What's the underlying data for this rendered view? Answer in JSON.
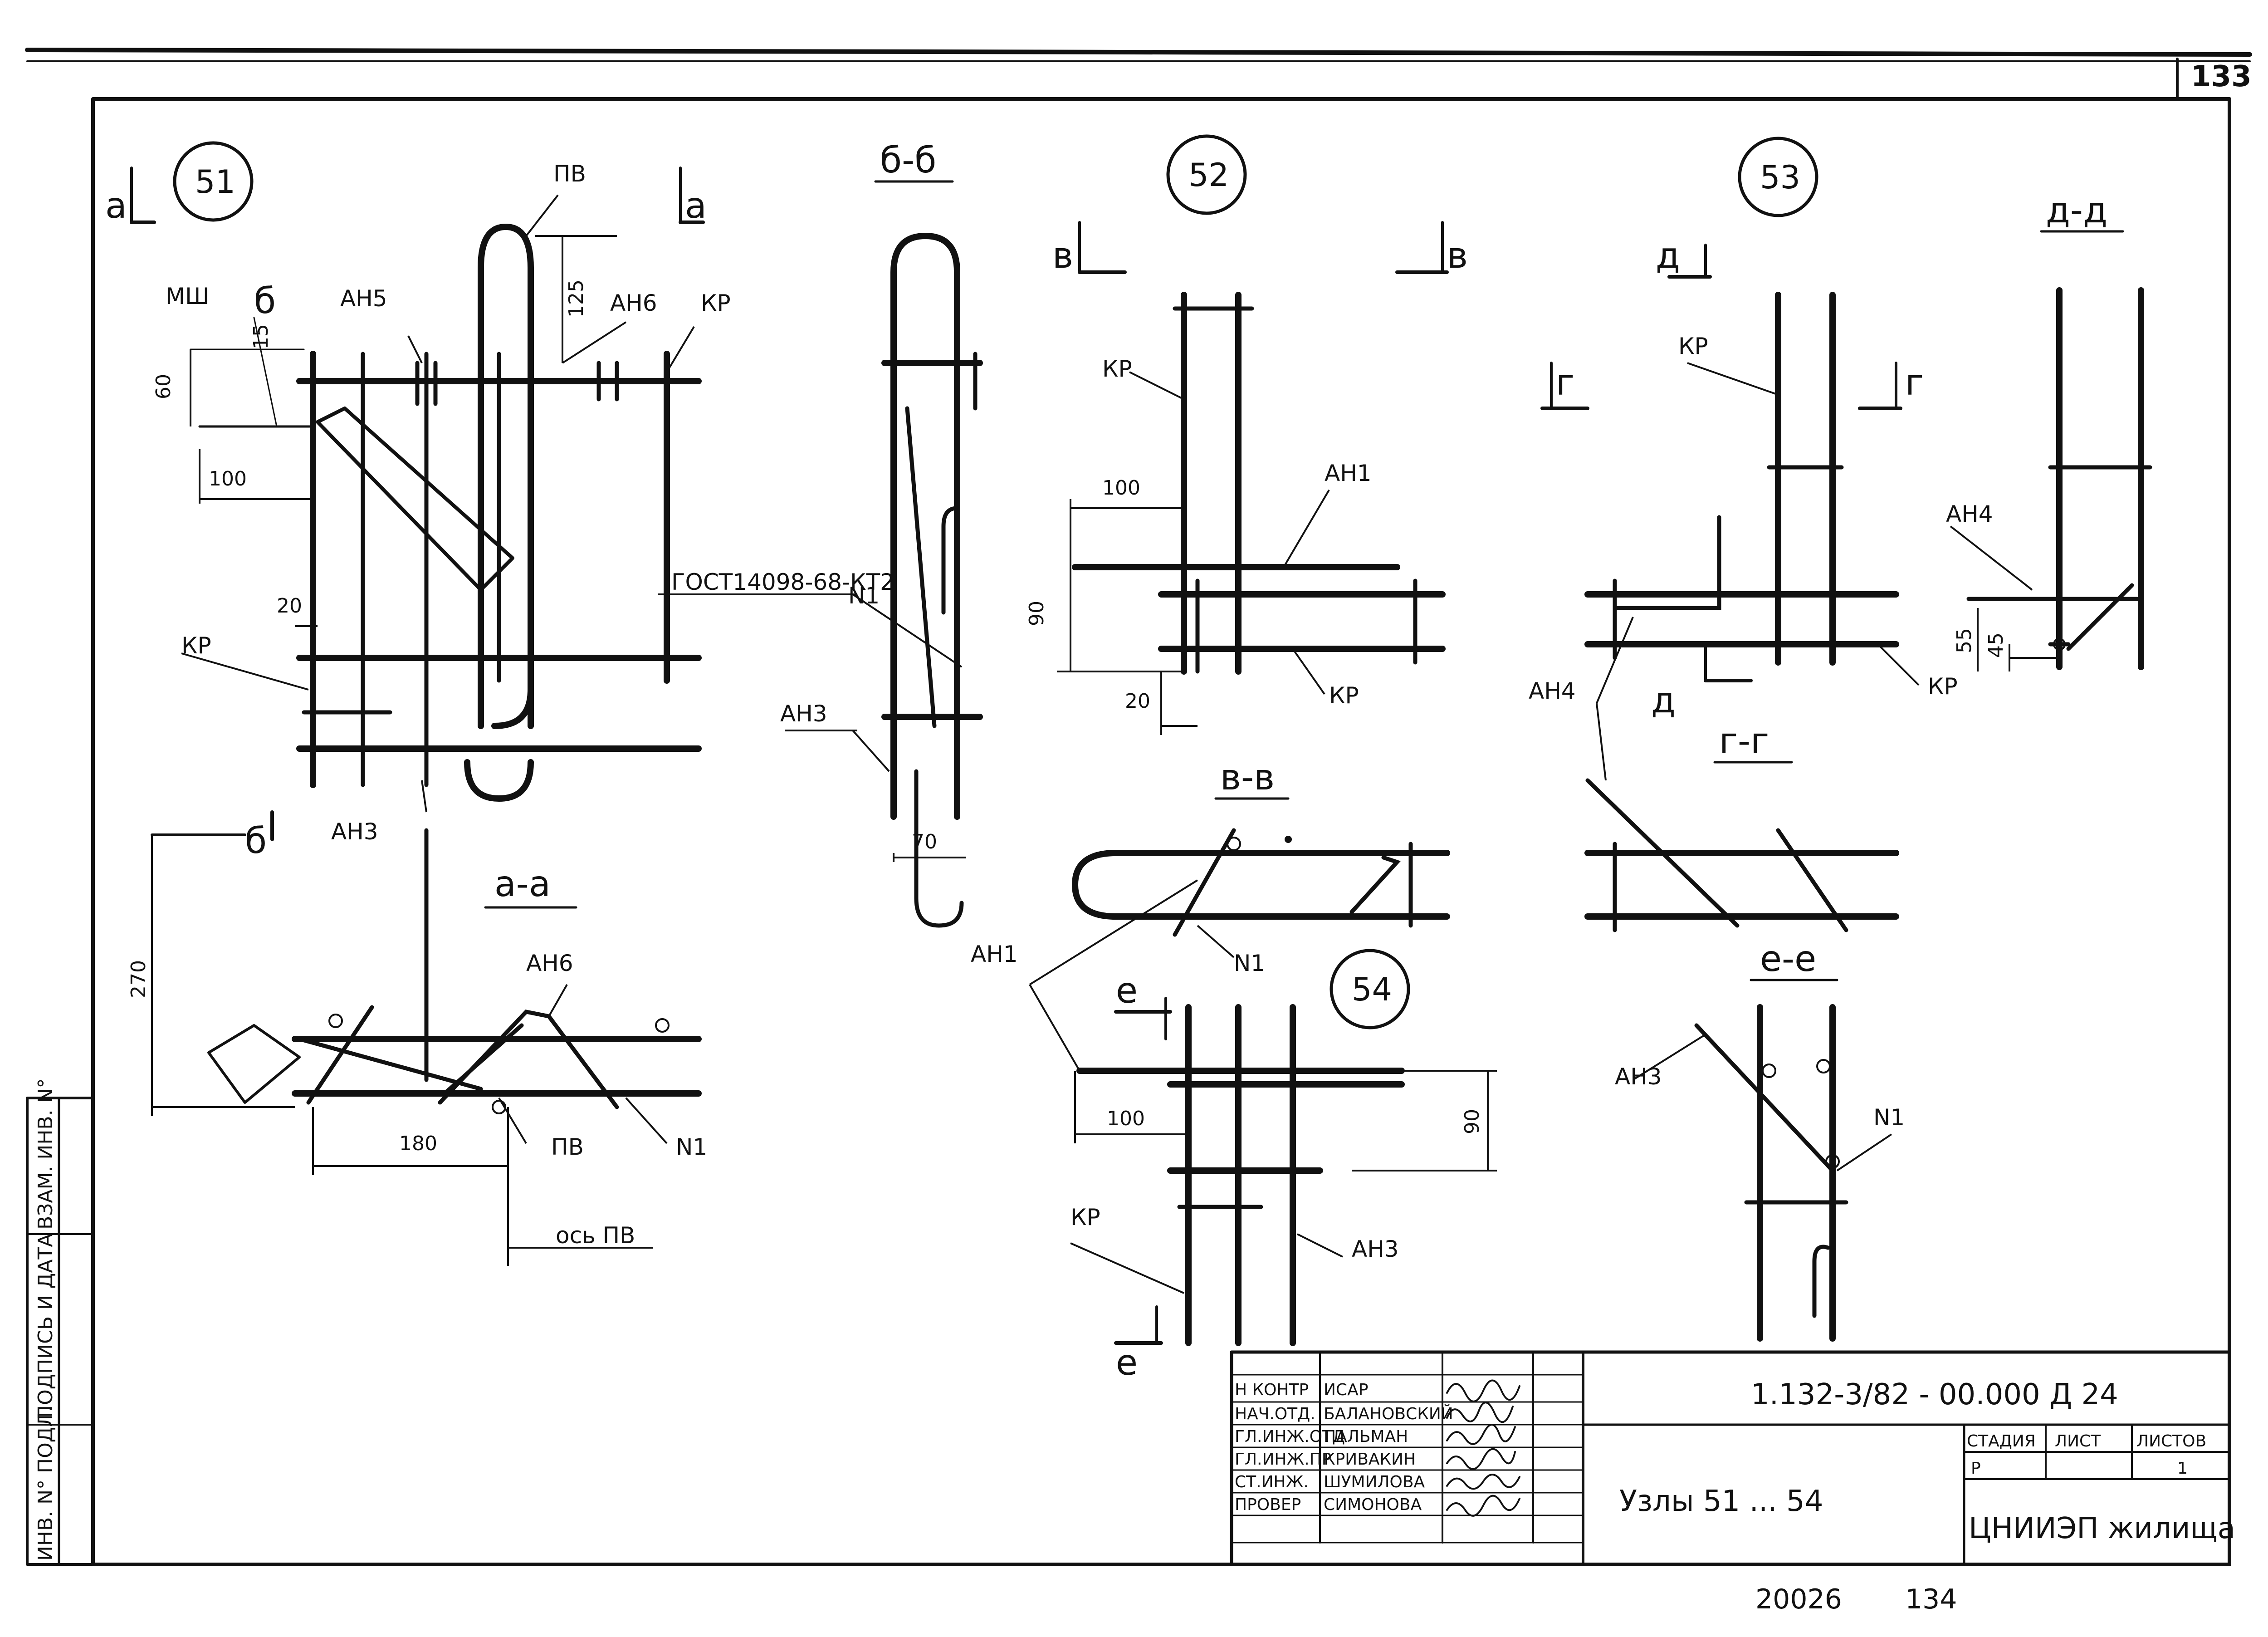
{
  "sheet_number": "133",
  "nodes": {
    "n51": "51",
    "n52": "52",
    "n53": "53",
    "n54": "54"
  },
  "sections": {
    "bb": "б-б",
    "aa": "а-а",
    "vv": "в-в",
    "gg": "г-г",
    "dd": "д-д",
    "ee": "е-е",
    "mark_a": "а",
    "mark_b": "б",
    "mark_v": "в",
    "mark_g": "г",
    "mark_d": "д",
    "mark_e": "е"
  },
  "labels": {
    "pv": "ПВ",
    "msh": "МШ",
    "an1": "АН1",
    "an3": "АН3",
    "an4": "АН4",
    "an5": "АН5",
    "an6": "АН6",
    "kr": "КР",
    "n1": "N1",
    "gost": "ГОСТ14098-68-КТ2",
    "axis_pv": "ось ПВ"
  },
  "dimensions": {
    "d15": "15",
    "d125": "125",
    "d60": "60",
    "d100": "100",
    "d20": "20",
    "d270": "270",
    "d180": "180",
    "d70": "70",
    "d90": "90",
    "d55": "55",
    "d45": "45"
  },
  "title_block": {
    "roles": [
      "Н КОНТР",
      "НАЧ.ОТД.",
      "ГЛ.ИНЖ.ОТД",
      "ГЛ.ИНЖ.ПР",
      "СТ.ИНЖ.",
      "ПРОВЕР"
    ],
    "names": [
      "ИСАР",
      "БАЛАНОВСКИЙ",
      "ПАЛЬМАН",
      "КРИВАКИН",
      "ШУМИЛОВА",
      "СИМОНОВА"
    ],
    "document_code": "1.132-3/82 - 00.000 Д 24",
    "title": "Узлы 51 ... 54",
    "stage_header": "СТАДИЯ",
    "sheet_header": "ЛИСТ",
    "sheets_header": "ЛИСТОВ",
    "stage": "Р",
    "sheets": "1",
    "organization": "ЦНИИЭП жилища"
  },
  "side_stamp": {
    "inv_podl": "ИНВ. N° ПОДЛ.",
    "signature_date": "ПОДПИСЬ И ДАТА",
    "vzam_inv": "ВЗАМ. ИНВ. N°"
  },
  "footer": {
    "left_number": "20026",
    "right_number": "134"
  }
}
